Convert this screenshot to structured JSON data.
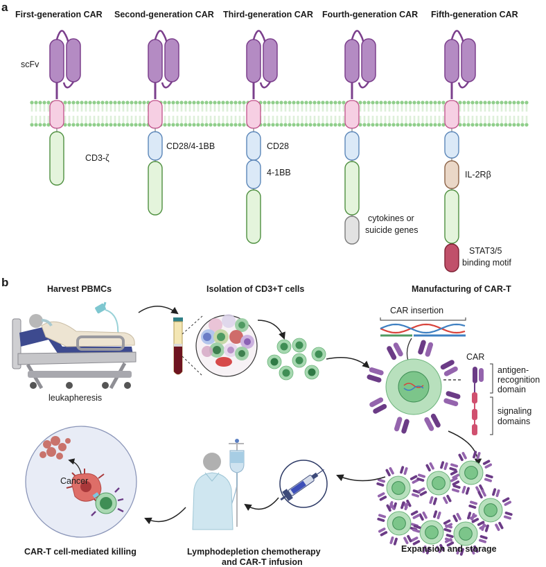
{
  "panel_a": {
    "label": "a",
    "generations": [
      {
        "title": "First-generation CAR",
        "domains": [
          "CD3-ζ"
        ]
      },
      {
        "title": "Second-generation CAR",
        "domains": [
          "CD28/4-1BB"
        ]
      },
      {
        "title": "Third-generation CAR",
        "domains": [
          "CD28",
          "4-1BB"
        ]
      },
      {
        "title": "Fourth-generation CAR",
        "domains": [
          "cytokines or",
          "suicide genes"
        ]
      },
      {
        "title": "Fifth-generation CAR",
        "domains": [
          "IL-2Rβ",
          "STAT3/5",
          "binding motif"
        ]
      }
    ],
    "scfv_label": "scFv"
  },
  "panel_b": {
    "label": "b",
    "steps": {
      "harvest": "Harvest PBMCs",
      "leukapheresis": "leukapheresis",
      "isolation": "Isolation of CD3+T cells",
      "manufacturing": "Manufacturing of CAR-T",
      "car_insertion": "CAR insertion",
      "car": "CAR",
      "antigen_domain": [
        "antigen-",
        "recognition",
        "domain"
      ],
      "signaling_domain": [
        "signaling",
        "domains"
      ],
      "expansion": "Expansion and storage",
      "infusion": [
        "Lymphodepletion chemotherapy",
        "and CAR-T infusion"
      ],
      "killing": "CAR-T cell-mediated killing",
      "cancer": "Cancer"
    }
  },
  "colors": {
    "scfv": "#b48bc3",
    "scfv_stroke": "#7b3f8c",
    "hinge": "#f6cfe3",
    "hinge_stroke": "#c0508a",
    "cd28": "#dbe9f7",
    "cd28_stroke": "#5b86b8",
    "cd3z": "#e4f4dc",
    "cd3z_stroke": "#4e8f3f",
    "il2rb": "#ead7c7",
    "il2rb_stroke": "#8b6246",
    "stat": "#c0506a",
    "stat_stroke": "#7d2033",
    "membrane": "#8fce8a",
    "tcell": "#7cc58a",
    "tcell_dark": "#3f8e55",
    "cancer": "#d9625e",
    "gray_box": "#e2e2e2"
  }
}
